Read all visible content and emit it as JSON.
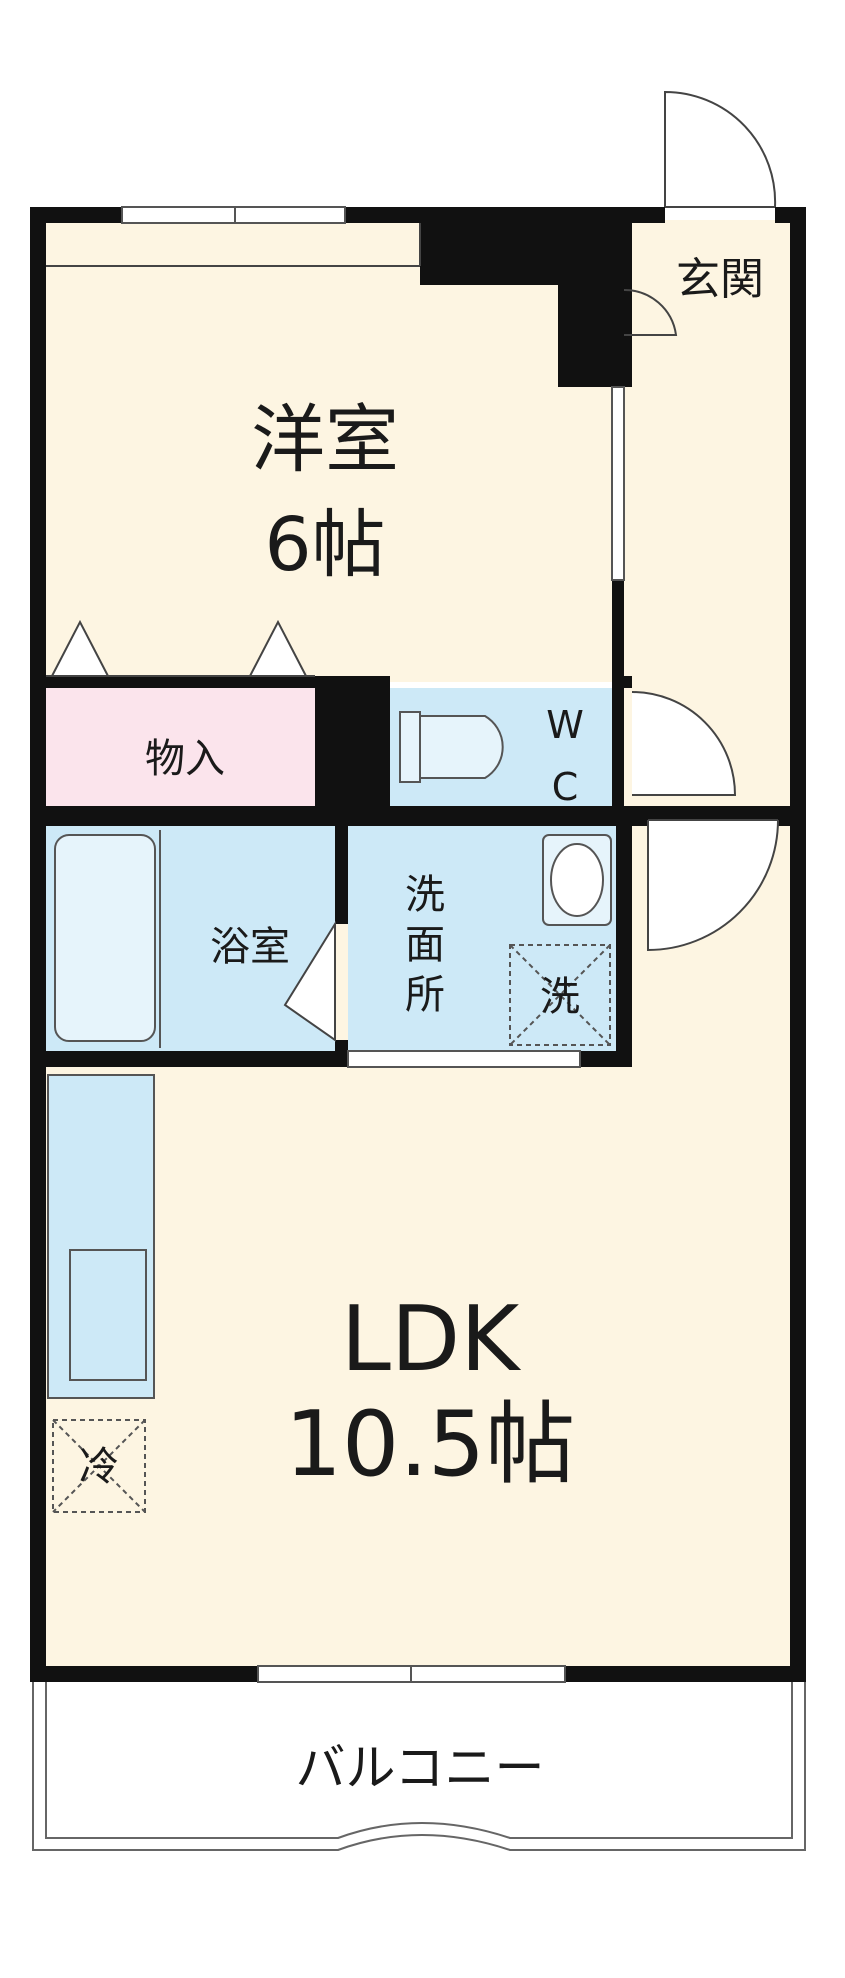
{
  "rooms": {
    "western_room": {
      "name": "洋室",
      "size": "6帖"
    },
    "ldk": {
      "name": "LDK",
      "size": "10.5帖"
    },
    "entrance": {
      "name": "玄関"
    },
    "storage": {
      "name": "物入"
    },
    "bathroom": {
      "name": "浴室"
    },
    "washroom": {
      "name_chars": [
        "洗",
        "面",
        "所"
      ]
    },
    "toilet": {
      "name_chars": [
        "W",
        "C"
      ]
    },
    "balcony": {
      "name": "バルコニー"
    }
  },
  "fixtures": {
    "washing_machine": {
      "label": "洗"
    },
    "refrigerator": {
      "label": "冷"
    }
  },
  "colors": {
    "wall": "#111111",
    "floor_wood": "#fdf5e2",
    "floor_wet": "#cde9f7",
    "storage_pink": "#fbe4ec",
    "fixture_line": "#555555"
  }
}
